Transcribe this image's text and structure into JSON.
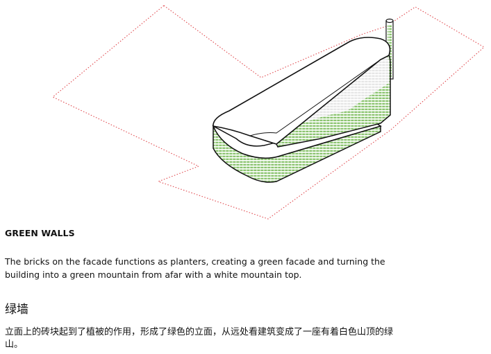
{
  "colors": {
    "site_outline": "#e0474c",
    "green_facade": "#8cc470",
    "building_stroke": "#111111",
    "roof_fill": "#ffffff",
    "text": "#111111"
  },
  "diagram": {
    "icon": "axonometric-green-wall-building"
  },
  "section_en": {
    "title": "GREEN WALLS",
    "description": "The bricks on the facade functions as planters, creating a green facade and turning the building into a green mountain from afar with a white mountain top."
  },
  "section_cn": {
    "title": "绿墙",
    "description": "立面上的砖块起到了植被的作用，形成了绿色的立面，从远处看建筑变成了一座有着白色山顶的绿山。"
  }
}
